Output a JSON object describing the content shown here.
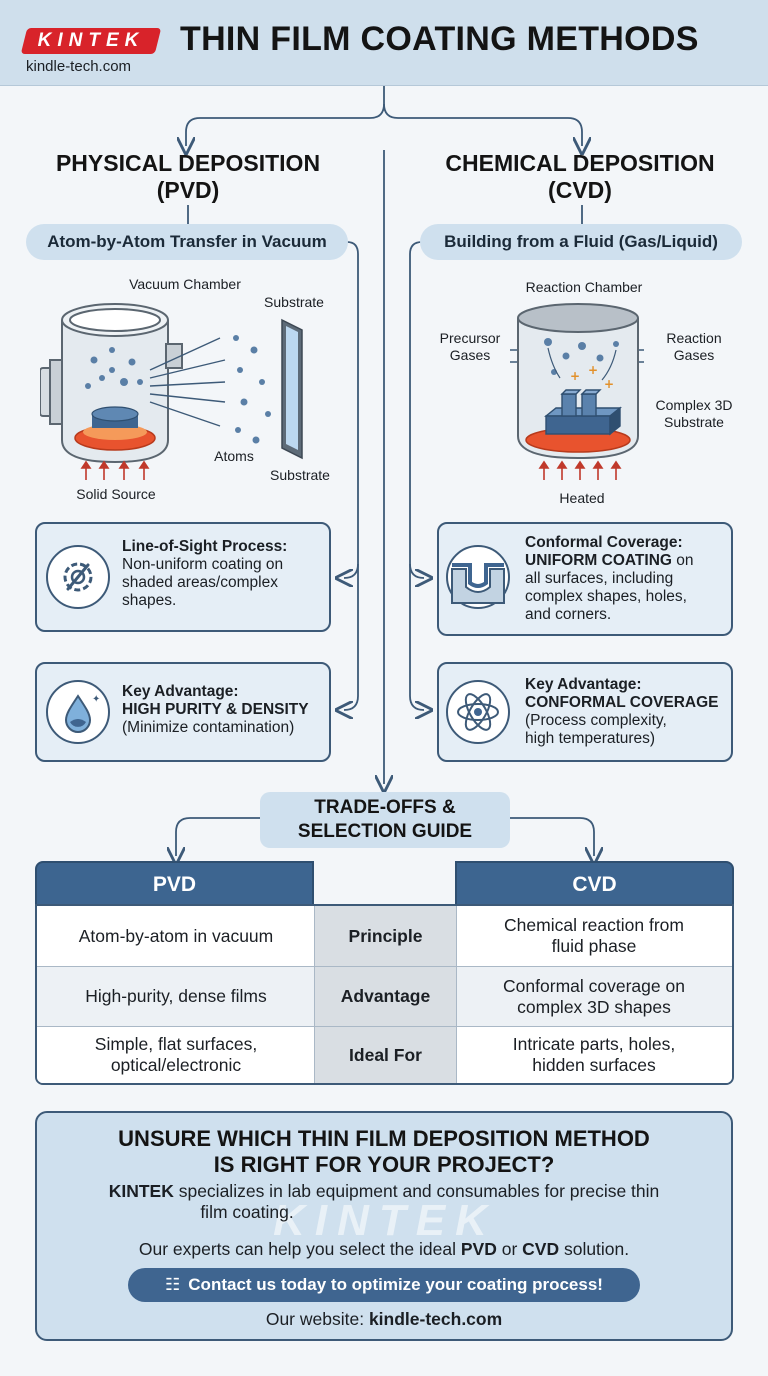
{
  "header": {
    "logo": "KINTEK",
    "url": "kindle-tech.com",
    "title": "THIN FILM COATING METHODS"
  },
  "pvd": {
    "title_line1": "PHYSICAL DEPOSITION",
    "title_line2": "(PVD)",
    "subtitle": "Atom-by-Atom Transfer in Vacuum",
    "labels": {
      "chamber": "Vacuum Chamber",
      "substrate_top": "Substrate",
      "atoms": "Atoms",
      "substrate_bottom": "Substrate",
      "source": "Solid Source"
    },
    "card1": {
      "title": "Line-of-Sight Process:",
      "line1": "Non-uniform coating on",
      "line2": "shaded areas/complex",
      "line3": "shapes."
    },
    "card2": {
      "title": "Key Advantage:",
      "highlight": "HIGH PURITY & DENSITY",
      "line1": "(Minimize contamination)"
    }
  },
  "cvd": {
    "title_line1": "CHEMICAL DEPOSITION",
    "title_line2": "(CVD)",
    "subtitle": "Building from a Fluid (Gas/Liquid)",
    "labels": {
      "chamber": "Reaction Chamber",
      "precursor_1": "Precursor",
      "precursor_2": "Gases",
      "reaction_1": "Reaction",
      "reaction_2": "Gases",
      "complex_1": "Complex 3D",
      "complex_2": "Substrate",
      "heated": "Heated"
    },
    "card1": {
      "title": "Conformal Coverage:",
      "highlight": "UNIFORM COATING",
      "highlight_suffix": " on",
      "line1": "all surfaces, including",
      "line2": "complex shapes, holes,",
      "line3": "and corners."
    },
    "card2": {
      "title": "Key Advantage:",
      "highlight": "CONFORMAL COVERAGE",
      "line1": "(Process complexity,",
      "line2": "high temperatures)"
    }
  },
  "tradeoffs": {
    "title_line1": "TRADE-OFFS &",
    "title_line2": "SELECTION GUIDE"
  },
  "table": {
    "head_left": "PVD",
    "head_right": "CVD",
    "rows": [
      {
        "pvd": "Atom-by-atom in vacuum",
        "label": "Principle",
        "cvd_1": "Chemical reaction from",
        "cvd_2": "fluid phase"
      },
      {
        "pvd": "High-purity, dense films",
        "label": "Advantage",
        "cvd_1": "Conformal coverage on",
        "cvd_2": "complex 3D shapes"
      },
      {
        "pvd_1": "Simple, flat surfaces,",
        "pvd_2": "optical/electronic",
        "label": "Ideal For",
        "cvd_1": "Intricate parts, holes,",
        "cvd_2": "hidden surfaces"
      }
    ]
  },
  "cta": {
    "title_line1": "UNSURE WHICH THIN FILM DEPOSITION METHOD",
    "title_line2": "IS RIGHT FOR YOUR PROJECT?",
    "brand": "KINTEK",
    "text1_a": " specializes in lab equipment and consumables for precise thin",
    "text1_b": "film coating.",
    "watermark": "KINTEK",
    "text2_a": "Our experts can help you select the ideal ",
    "text2_pvd": "PVD",
    "text2_or": " or ",
    "text2_cvd": "CVD",
    "text2_end": " solution.",
    "button": "Contact us today to optimize your coating process!",
    "website_label": "Our website: ",
    "website": "kindle-tech.com"
  },
  "colors": {
    "accent": "#3d6590",
    "border": "#3d5a78",
    "pill": "#cfe0ee",
    "logo_red": "#d8232a",
    "heat": "#e8532e"
  }
}
